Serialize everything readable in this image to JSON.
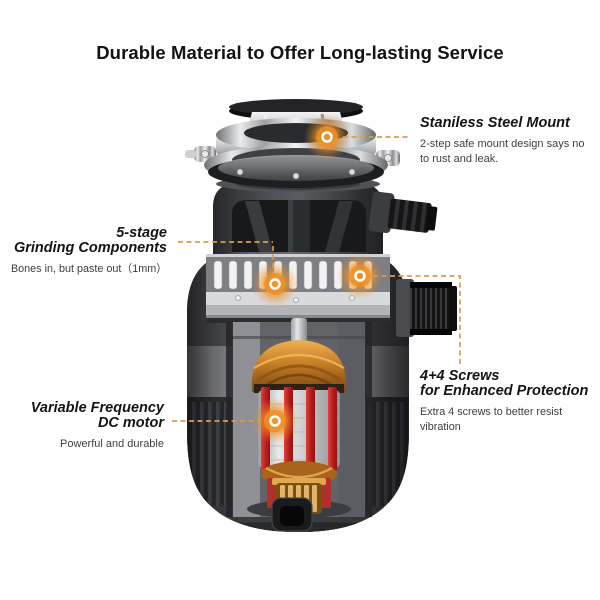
{
  "page_title": "Durable Material to Offer Long-lasting Service",
  "colors": {
    "background": "#ffffff",
    "title_text": "#131313",
    "callout_title_text": "#141414",
    "callout_body_text": "#3f3f3f",
    "leader_dash_orange": "#DC9C4B",
    "marker_orange": "#F0931F",
    "body_charcoal": "#3a3b3f",
    "band_gray": "#9a9ba0",
    "grinder_silver": "#d8d9db",
    "motor_copper": "#c87f2a",
    "rotor_red": "#bb1f1d"
  },
  "callouts": {
    "mount": {
      "title": "Staniless Steel Mount",
      "body_line1": "2-step safe mount design says no",
      "body_line2": "to rust and leak."
    },
    "grinding": {
      "title_line1": "5-stage",
      "title_line2": "Grinding Components",
      "body": "Bones in, but paste out（1mm）"
    },
    "screws": {
      "title_line1": "4+4 Screws",
      "title_line2": "for Enhanced Protection",
      "body": "Extra 4 screws to better resist vibration"
    },
    "motor": {
      "title_line1": "Variable Frequency",
      "title_line2": "DC motor",
      "body": "Powerful and durable"
    }
  }
}
